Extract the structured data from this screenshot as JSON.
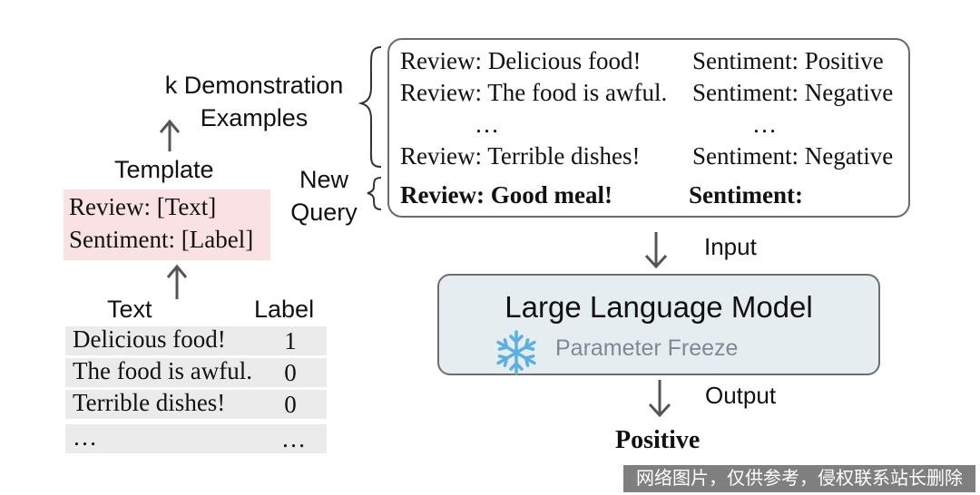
{
  "left": {
    "demo_title_line1": "k Demonstration",
    "demo_title_line2": "Examples",
    "template_title": "Template",
    "template_line1": "Review: [Text]",
    "template_line2": "Sentiment: [Label]",
    "table": {
      "headers": [
        "Text",
        "Label"
      ],
      "rows": [
        {
          "text": "Delicious food!",
          "label": "1"
        },
        {
          "text": "The food is awful.",
          "label": "0"
        },
        {
          "text": "Terrible dishes!",
          "label": "0"
        },
        {
          "text": "…",
          "label": "…"
        }
      ]
    }
  },
  "new_query_line1": "New",
  "new_query_line2": "Query",
  "demonstrations": [
    {
      "review": "Review: Delicious food!",
      "sentiment": "Sentiment: Positive"
    },
    {
      "review": "Review: The food is awful.",
      "sentiment": "Sentiment: Negative"
    },
    {
      "review": "…",
      "sentiment": "…"
    },
    {
      "review": "Review: Terrible dishes!",
      "sentiment": "Sentiment: Negative"
    }
  ],
  "query": {
    "review": "Review: Good meal!",
    "sentiment": "Sentiment:"
  },
  "input_label": "Input",
  "model": {
    "title": "Large Language Model",
    "freeze_label": "Parameter Freeze",
    "freeze_icon": "snowflake-icon"
  },
  "output_label": "Output",
  "result": "Positive",
  "watermark": "网络图片，仅供参考，侵权联系站长删除",
  "colors": {
    "template_bg": "#f9e1e4",
    "table_row_bg": "#ebebeb",
    "model_bg": "#e6edf1",
    "snowflake": "#5bb0e3",
    "arrow": "#555555"
  }
}
